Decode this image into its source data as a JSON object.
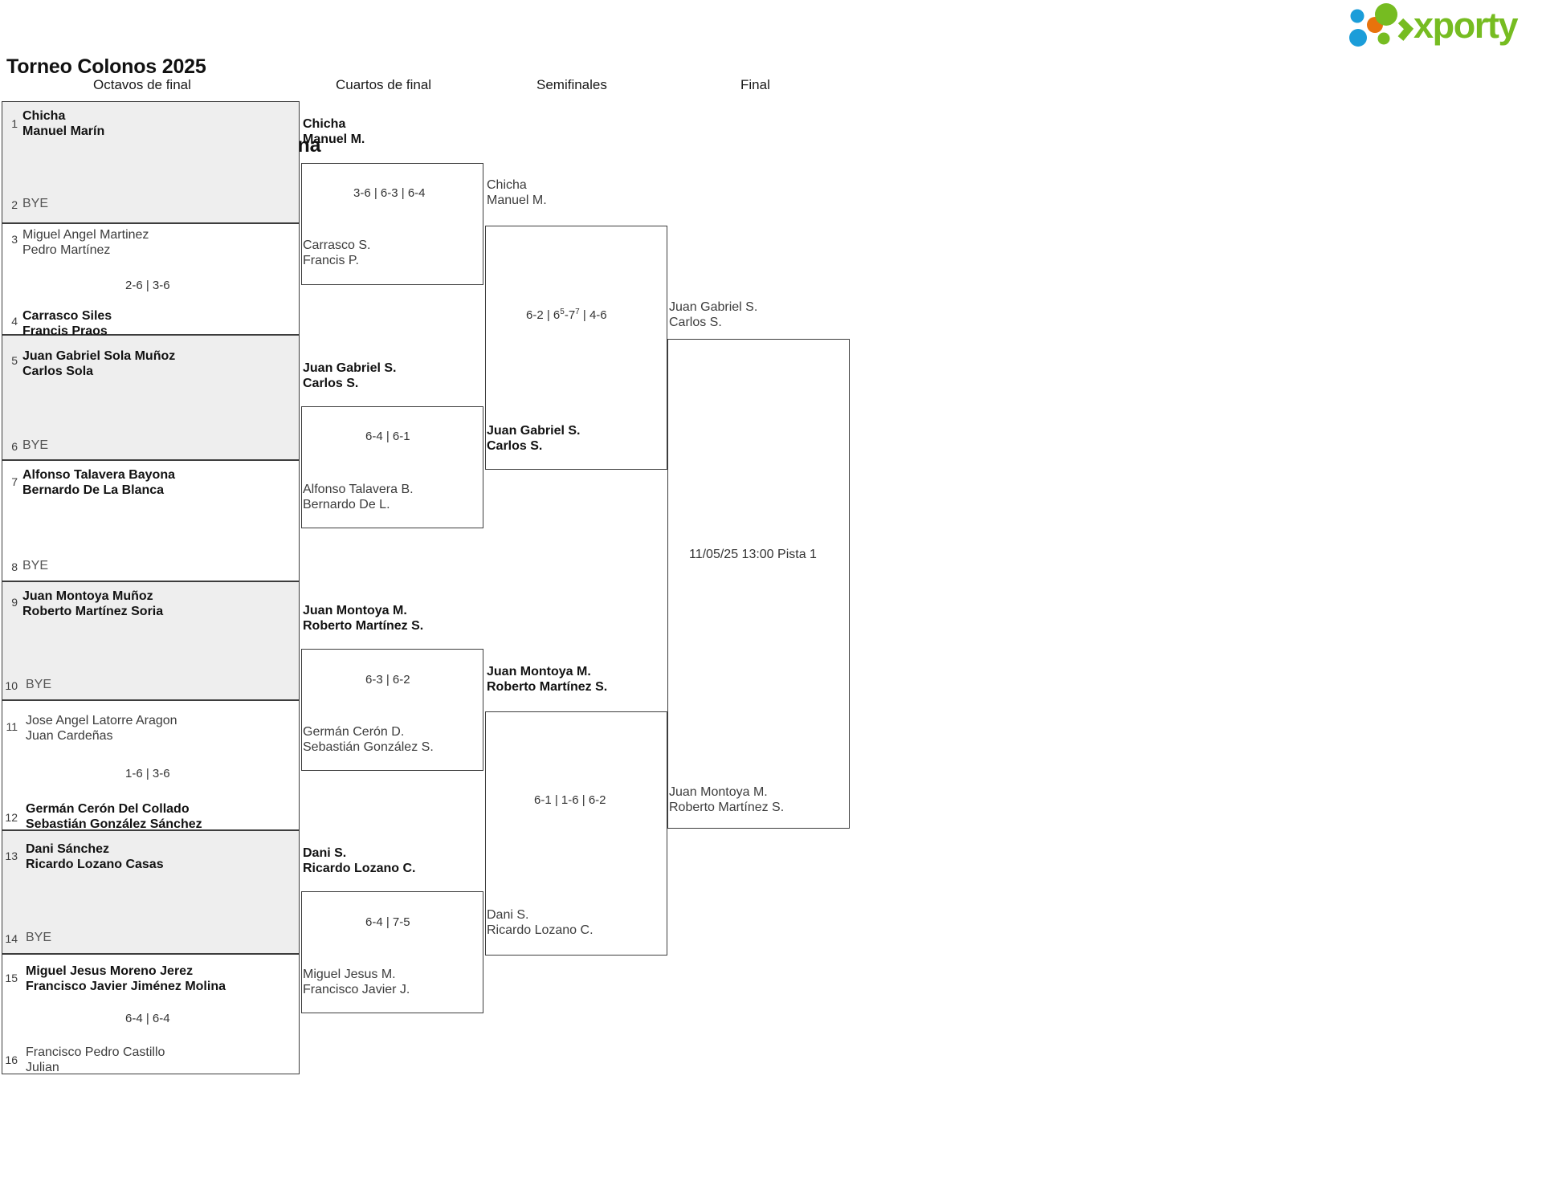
{
  "header": {
    "title_line1": "Torneo Colonos 2025",
    "title_line2": "Open Masculina. Open Masculina",
    "logo_word": "xporty",
    "logo_green": "#76bc21",
    "logo_blue": "#1b9dd9",
    "logo_orange": "#e8730c"
  },
  "rounds": [
    {
      "label": "Octavos de final"
    },
    {
      "label": "Cuartos de final"
    },
    {
      "label": "Semifinales"
    },
    {
      "label": "Final"
    }
  ],
  "r16": [
    {
      "shaded": true,
      "top": {
        "seed": "1",
        "l1": "Chicha",
        "l2": "Manuel Marín",
        "winner": true
      },
      "bottom": {
        "seed": "2",
        "bye": "BYE"
      },
      "score": ""
    },
    {
      "shaded": false,
      "top": {
        "seed": "3",
        "l1": "Miguel Angel Martinez",
        "l2": "Pedro Martínez",
        "winner": false
      },
      "bottom": {
        "seed": "4",
        "l1": "Carrasco Siles",
        "l2": "Francis Praos",
        "winner": true
      },
      "score": "2-6 | 3-6"
    },
    {
      "shaded": true,
      "top": {
        "seed": "5",
        "l1": "Juan Gabriel Sola Muñoz",
        "l2": "Carlos Sola",
        "winner": true
      },
      "bottom": {
        "seed": "6",
        "bye": "BYE"
      },
      "score": ""
    },
    {
      "shaded": false,
      "top": {
        "seed": "7",
        "l1": "Alfonso Talavera Bayona",
        "l2": "Bernardo De La Blanca",
        "winner": true
      },
      "bottom": {
        "seed": "8",
        "bye": "BYE"
      },
      "score": ""
    },
    {
      "shaded": true,
      "top": {
        "seed": "9",
        "l1": "Juan Montoya Muñoz",
        "l2": "Roberto Martínez Soria",
        "winner": true
      },
      "bottom": {
        "seed": "10",
        "bye": "BYE"
      },
      "score": ""
    },
    {
      "shaded": false,
      "top": {
        "seed": "11",
        "l1": "Jose Angel Latorre Aragon",
        "l2": "Juan Cardeñas",
        "winner": false
      },
      "bottom": {
        "seed": "12",
        "l1": "Germán Cerón Del Collado",
        "l2": "Sebastián González Sánchez",
        "winner": true
      },
      "score": "1-6 | 3-6"
    },
    {
      "shaded": true,
      "top": {
        "seed": "13",
        "l1": "Dani Sánchez",
        "l2": "Ricardo Lozano Casas",
        "winner": true
      },
      "bottom": {
        "seed": "14",
        "bye": "BYE"
      },
      "score": ""
    },
    {
      "shaded": false,
      "top": {
        "seed": "15",
        "l1": "Miguel Jesus Moreno Jerez",
        "l2": "Francisco Javier Jiménez Molina",
        "winner": true
      },
      "bottom": {
        "seed": "16",
        "l1": "Francisco Pedro Castillo",
        "l2": "Julian",
        "winner": false
      },
      "score": "6-4 | 6-4"
    }
  ],
  "quarters": [
    {
      "top": {
        "l1": "Chicha",
        "l2": "Manuel M.",
        "winner": true
      },
      "bottom": {
        "l1": "Carrasco S.",
        "l2": "Francis P.",
        "winner": false
      },
      "score_plain": "3-6 | 6-3 | 6-4"
    },
    {
      "top": {
        "l1": "Juan Gabriel S.",
        "l2": "Carlos S.",
        "winner": true
      },
      "bottom": {
        "l1": "Alfonso Talavera B.",
        "l2": "Bernardo De L.",
        "winner": false
      },
      "score_plain": "6-4 | 6-1"
    },
    {
      "top": {
        "l1": "Juan Montoya M.",
        "l2": "Roberto Martínez S.",
        "winner": true
      },
      "bottom": {
        "l1": "Germán Cerón D.",
        "l2": "Sebastián González S.",
        "winner": false
      },
      "score_plain": "6-3 | 6-2"
    },
    {
      "top": {
        "l1": "Dani S.",
        "l2": "Ricardo Lozano C.",
        "winner": true
      },
      "bottom": {
        "l1": "Miguel Jesus M.",
        "l2": "Francisco Javier J.",
        "winner": false
      },
      "score_plain": "6-4 | 7-5"
    }
  ],
  "semis": [
    {
      "top": {
        "l1": "Chicha",
        "l2": "Manuel M.",
        "winner": false
      },
      "bottom": {
        "l1": "Juan Gabriel S.",
        "l2": "Carlos S.",
        "winner": true
      },
      "score_sets": [
        {
          "a": "6",
          "asup": "",
          "b": "2",
          "bsup": ""
        },
        {
          "a": "6",
          "asup": "5",
          "b": "7",
          "bsup": "7"
        },
        {
          "a": "4",
          "asup": "",
          "b": "6",
          "bsup": ""
        }
      ]
    },
    {
      "top": {
        "l1": "Juan Montoya M.",
        "l2": "Roberto Martínez S.",
        "winner": true
      },
      "bottom": {
        "l1": "Dani S.",
        "l2": "Ricardo Lozano C.",
        "winner": false
      },
      "score_sets": [
        {
          "a": "6",
          "asup": "",
          "b": "1",
          "bsup": ""
        },
        {
          "a": "1",
          "asup": "",
          "b": "6",
          "bsup": ""
        },
        {
          "a": "6",
          "asup": "",
          "b": "2",
          "bsup": ""
        }
      ]
    }
  ],
  "final": {
    "top": {
      "l1": "Juan Gabriel S.",
      "l2": "Carlos S.",
      "winner": false
    },
    "bottom": {
      "l1": "Juan Montoya M.",
      "l2": "Roberto Martínez S.",
      "winner": false
    },
    "schedule": "11/05/25 13:00 Pista 1"
  }
}
